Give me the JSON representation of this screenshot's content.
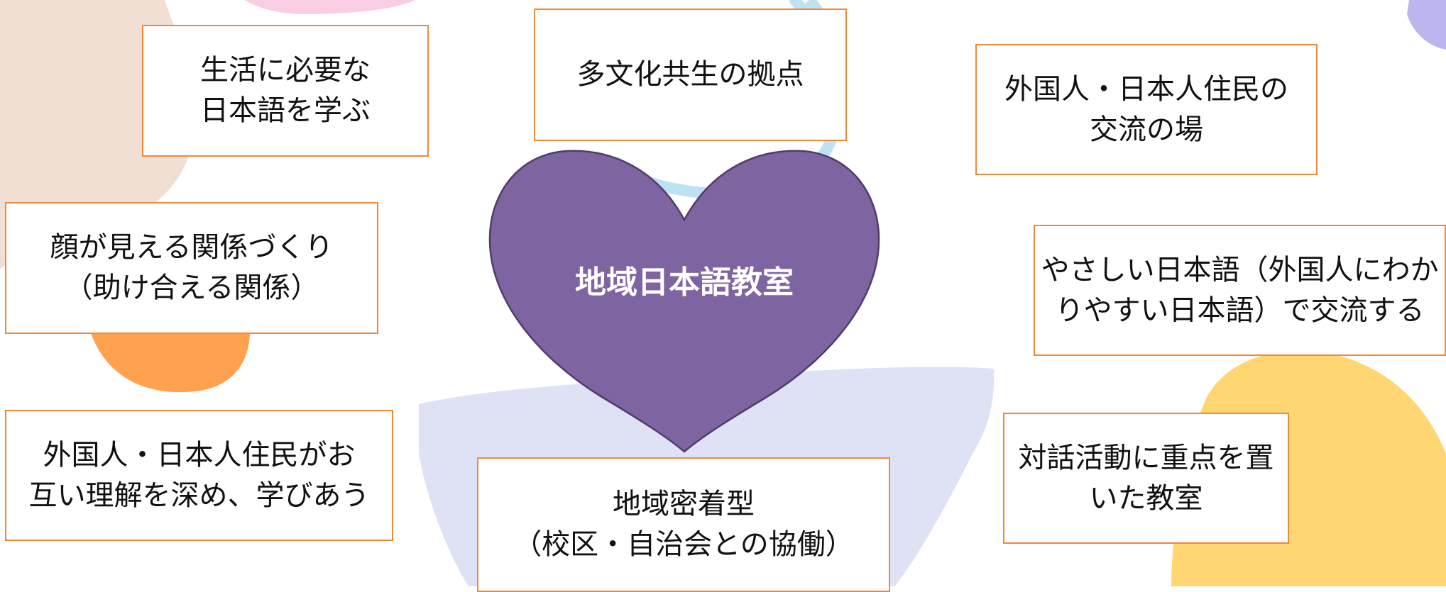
{
  "colors": {
    "heart_fill": "#7e64a0",
    "heart_stroke": "#4f3d6c",
    "box_border": "#f0883a",
    "center_text": "#ffffff",
    "bg_beige": "#f1dfd3",
    "bg_pink": "#f9cde3",
    "bg_blue_ring": "#bfe1f4",
    "bg_lavender": "#dfe1f5",
    "bg_orange": "#ffa24f",
    "bg_yellow": "#ffd671",
    "bg_purple": "#bdb6ee"
  },
  "center": {
    "label": "地域日本語教室"
  },
  "boxes": {
    "learn_japanese": "生活に必要な\n日本語を学ぶ",
    "multicultural_hub": "多文化共生の拠点",
    "exchange_place": "外国人・日本人住民の\n交流の場",
    "face_relations": "顔が見える関係づくり\n（助け合える関係）",
    "easy_japanese": "やさしい日本語（外国人にわか\nりやすい日本語）で交流する",
    "mutual_learning": "外国人・日本人住民がお\n互い理解を深め、学びあう",
    "community_based": "地域密着型\n（校区・自治会との協働）",
    "dialogue_class": "対話活動に重点を置\nいた教室"
  }
}
